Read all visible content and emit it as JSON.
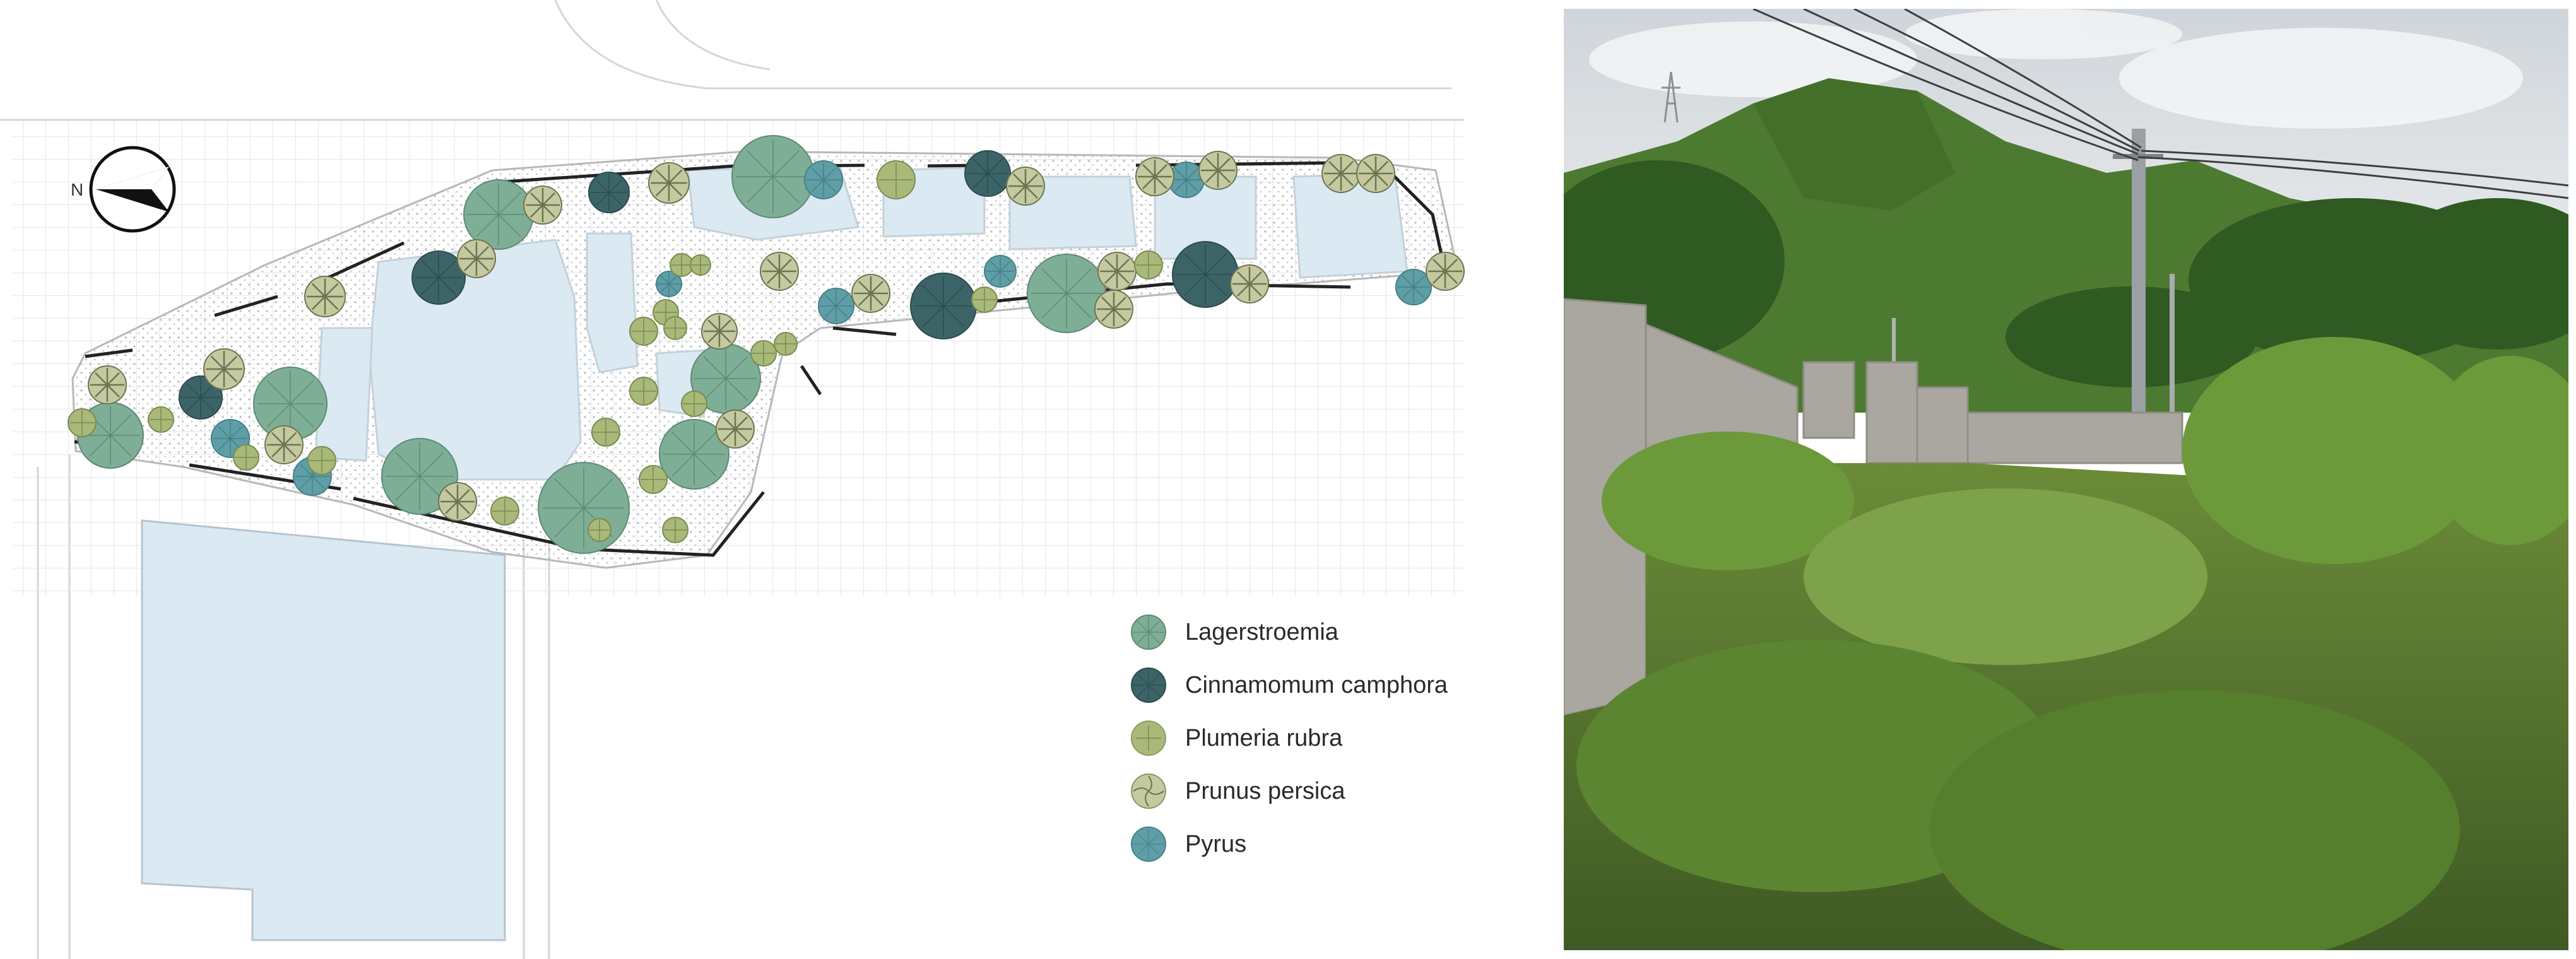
{
  "figure": {
    "plan": {
      "north_label": "N",
      "legend": [
        {
          "label": "Lagerstroemia",
          "color": "#7fae97",
          "icon": "lagerstroemia-symbol-icon"
        },
        {
          "label": "Cinnamomum camphora",
          "color": "#3c6468",
          "icon": "cinnamomum-camphora-symbol-icon"
        },
        {
          "label": "Plumeria rubra",
          "color": "#a9b97a",
          "icon": "plumeria-rubra-symbol-icon"
        },
        {
          "label": "Prunus persica",
          "color": "#c4c9a0",
          "icon": "prunus-persica-symbol-icon"
        },
        {
          "label": "Pyrus",
          "color": "#5e9ea6",
          "icon": "pyrus-symbol-icon"
        }
      ],
      "colors": {
        "water": "#dbe9f3",
        "grid": "#e2e4e6",
        "outline": "#bcbcbc",
        "path": "#222222"
      }
    },
    "photo": {
      "colors": {
        "sky": "#dfe4e8",
        "mountain": "#3f6b2a",
        "wall": "#a7a59d",
        "vegetation": "#5e8a33"
      }
    }
  }
}
